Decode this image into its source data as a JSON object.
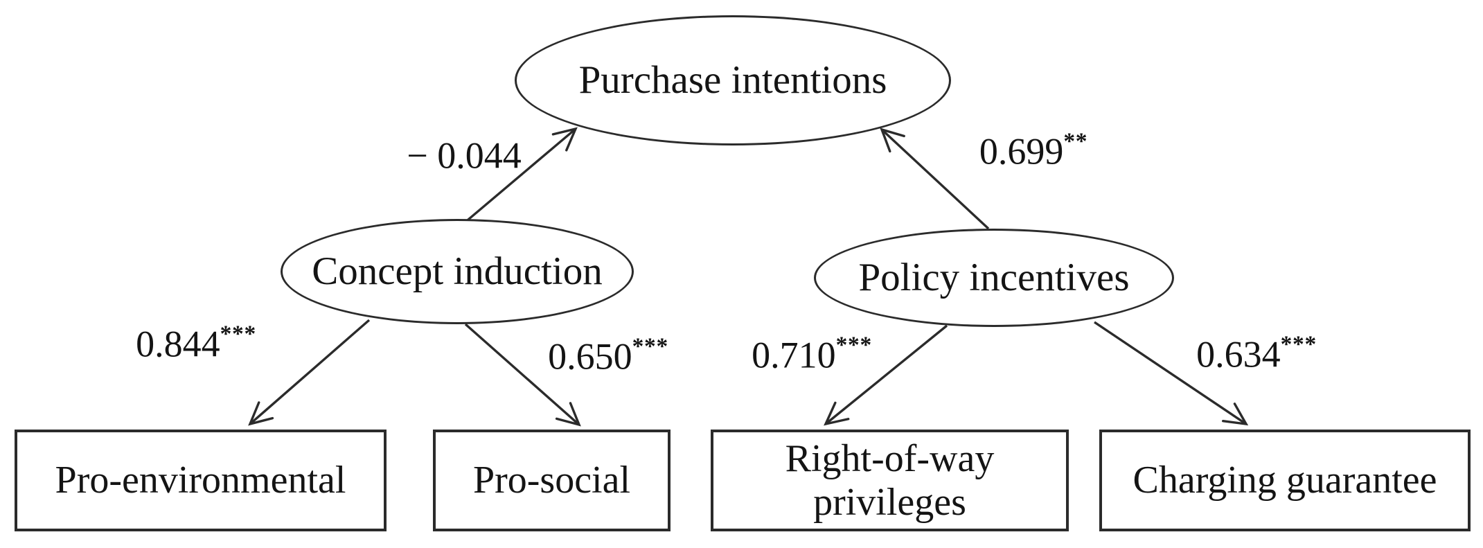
{
  "figure": {
    "kind": "path-diagram",
    "background_color": "#ffffff",
    "stroke_color": "#2b2b2b",
    "text_color": "#141414",
    "nodes": {
      "purchase_intentions": {
        "label": "Purchase intentions",
        "shape": "ellipse"
      },
      "concept_induction": {
        "label": "Concept induction",
        "shape": "ellipse"
      },
      "policy_incentives": {
        "label": "Policy incentives",
        "shape": "ellipse"
      },
      "pro_environmental": {
        "label": "Pro-environmental",
        "shape": "rectangle"
      },
      "pro_social": {
        "label": "Pro-social",
        "shape": "rectangle"
      },
      "right_of_way": {
        "label": "Right-of-way privileges",
        "line1": "Right-of-way",
        "line2": "privileges",
        "shape": "rectangle"
      },
      "charging_guarantee": {
        "label": "Charging guarantee",
        "shape": "rectangle"
      }
    },
    "paths": [
      {
        "from": "Concept induction",
        "to": "Purchase intentions",
        "coefficient": "− 0.044",
        "significance": ""
      },
      {
        "from": "Policy incentives",
        "to": "Purchase intentions",
        "coefficient": "0.699",
        "significance": "**"
      },
      {
        "from": "Concept induction",
        "to": "Pro-environmental",
        "coefficient": "0.844",
        "significance": "***"
      },
      {
        "from": "Concept induction",
        "to": "Pro-social",
        "coefficient": "0.650",
        "significance": "***"
      },
      {
        "from": "Policy incentives",
        "to": "Right-of-way privileges",
        "coefficient": "0.710",
        "significance": "***"
      },
      {
        "from": "Policy incentives",
        "to": "Charging guarantee",
        "coefficient": "0.634",
        "significance": "***"
      }
    ]
  }
}
